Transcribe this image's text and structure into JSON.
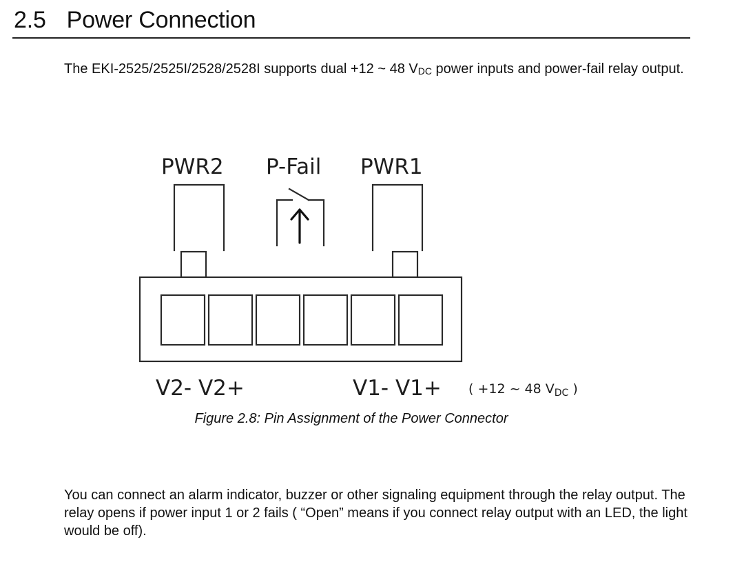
{
  "section": {
    "number": "2.5",
    "title": "Power Connection"
  },
  "intro": {
    "before": "The EKI-2525/2525I/2528/2528I supports dual +12 ~ 48 V",
    "subscript": "DC",
    "after": " power inputs and power-fail relay output."
  },
  "figure": {
    "labels": {
      "pwr2": "PWR2",
      "pfail": "P-Fail",
      "pwr1": "PWR1",
      "v2": "V2- V2+",
      "v1": "V1- V1+",
      "range_open": "( +12 ~ 48 V",
      "range_sub": "DC",
      "range_close": " )"
    },
    "caption": "Figure 2.8: Pin Assignment of the Power Connector"
  },
  "relay_paragraph": "You can connect an alarm indicator, buzzer or other signaling equipment through the relay output. The relay opens if power input 1 or 2 fails ( “Open” means if you connect relay output with an LED, the light would be off)."
}
